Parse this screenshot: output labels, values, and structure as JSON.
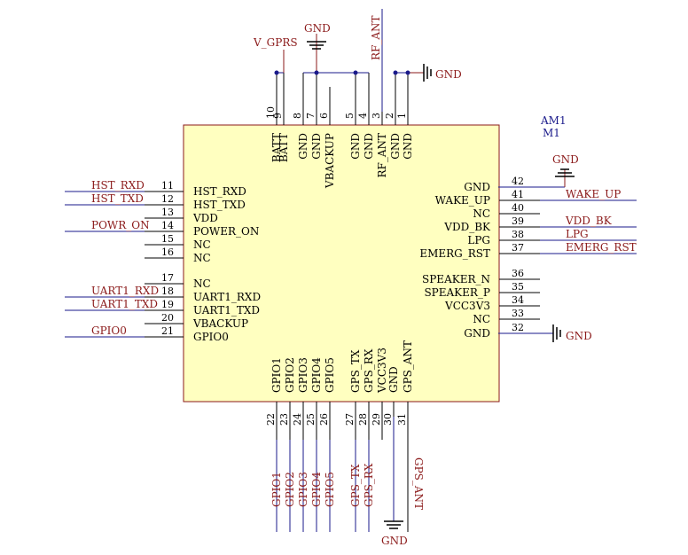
{
  "designator": "AM1",
  "value": "M1",
  "left_pins": [
    {
      "num": "11",
      "name": "HST_RXD",
      "net": "HST_RXD"
    },
    {
      "num": "12",
      "name": "HST_TXD",
      "net": "HST_TXD"
    },
    {
      "num": "13",
      "name": "VDD",
      "net": ""
    },
    {
      "num": "14",
      "name": "POWER_ON",
      "net": "POWR_ON"
    },
    {
      "num": "15",
      "name": "NC",
      "net": ""
    },
    {
      "num": "16",
      "name": "NC",
      "net": ""
    },
    {
      "num": "17",
      "name": "NC",
      "net": ""
    },
    {
      "num": "18",
      "name": "UART1_RXD",
      "net": "UART1_RXD"
    },
    {
      "num": "19",
      "name": "UART1_TXD",
      "net": "UART1_TXD"
    },
    {
      "num": "20",
      "name": "VBACKUP",
      "net": ""
    },
    {
      "num": "21",
      "name": "GPIO0",
      "net": "GPIO0"
    }
  ],
  "right_pins": [
    {
      "num": "42",
      "name": "GND",
      "net": ""
    },
    {
      "num": "41",
      "name": "WAKE_UP",
      "net": "WAKE_UP"
    },
    {
      "num": "40",
      "name": "NC",
      "net": ""
    },
    {
      "num": "39",
      "name": "VDD_BK",
      "net": "VDD_BK"
    },
    {
      "num": "38",
      "name": "LPG",
      "net": "LPG"
    },
    {
      "num": "37",
      "name": "EMERG_RST",
      "net": "EMERG_RST"
    },
    {
      "num": "36",
      "name": "SPEAKER_N",
      "net": ""
    },
    {
      "num": "35",
      "name": "SPEAKER_P",
      "net": ""
    },
    {
      "num": "34",
      "name": "VCC3V3",
      "net": ""
    },
    {
      "num": "33",
      "name": "NC",
      "net": ""
    },
    {
      "num": "32",
      "name": "GND",
      "net": "GND"
    }
  ],
  "top_pins": [
    {
      "num": "10",
      "name": "BATT"
    },
    {
      "num": "9",
      "name": "BATT"
    },
    {
      "num": "8",
      "name": "GND"
    },
    {
      "num": "7",
      "name": "GND"
    },
    {
      "num": "6",
      "name": "VBACKUP"
    },
    {
      "num": "5",
      "name": "GND"
    },
    {
      "num": "4",
      "name": "GND"
    },
    {
      "num": "3",
      "name": "RF_ANT"
    },
    {
      "num": "2",
      "name": "GND"
    },
    {
      "num": "1",
      "name": "GND"
    }
  ],
  "bottom_pins": [
    {
      "num": "22",
      "name": "GPIO1",
      "net": "GPIO1"
    },
    {
      "num": "23",
      "name": "GPIO2",
      "net": "GPIO2"
    },
    {
      "num": "24",
      "name": "GPIO3",
      "net": "GPIO3"
    },
    {
      "num": "25",
      "name": "GPIO4",
      "net": "GPIO4"
    },
    {
      "num": "26",
      "name": "GPIO5",
      "net": "GPIO5"
    },
    {
      "num": "27",
      "name": "GPS_TX",
      "net": "GPS_TX"
    },
    {
      "num": "28",
      "name": "GPS_RX",
      "net": "GPS_RX"
    },
    {
      "num": "29",
      "name": "VCC3V3",
      "net": ""
    },
    {
      "num": "30",
      "name": "GND",
      "net": ""
    },
    {
      "num": "31",
      "name": "GPS_ANT",
      "net": "GPS_ANT"
    }
  ],
  "top_nets": {
    "v_gprs": "V_GPRS",
    "gnd_top": "GND",
    "rf_ant": "RF_ANT",
    "gnd_right_top": "GND"
  },
  "right_gnd_nets": {
    "top": "GND",
    "bottom": "GND"
  },
  "bottom_gnd": "GND",
  "colors": {
    "wire": "#1a1a8b",
    "net": "#8b1a1a",
    "body_fill": "#ffffc0",
    "body_stroke": "#8b1a1a",
    "pin": "#000000"
  }
}
